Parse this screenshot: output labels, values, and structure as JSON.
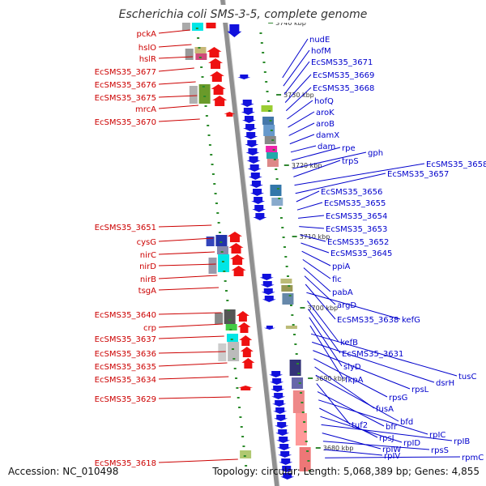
{
  "title": "Escherichia coli SMS-3-5, complete genome",
  "accession": "Accession: NC_010498",
  "topology": "Topology: circular; Length: 5,068,389 bp; Genes: 4,855",
  "colors": {
    "forward": "#ee1111",
    "reverse": "#1111dd",
    "left_label": "#cc0000",
    "right_label": "#0000cc"
  },
  "ticks": [
    "3740 kbp",
    "3730 kbp",
    "3720 kbp",
    "3710 kbp",
    "3700 kbp",
    "3690 kbp",
    "3680 kbp"
  ],
  "left_genes": [
    "pckA",
    "hslO",
    "hslR",
    "EcSMS35_3677",
    "EcSMS35_3676",
    "EcSMS35_3675",
    "mrcA",
    "EcSMS35_3670",
    "EcSMS35_3651",
    "cysG",
    "nirC",
    "nirD",
    "nirB",
    "tsgA",
    "EcSMS35_3640",
    "crp",
    "EcSMS35_3637",
    "EcSMS35_3636",
    "EcSMS35_3635",
    "EcSMS35_3634",
    "EcSMS35_3629",
    "EcSMS35_3618"
  ],
  "right_genes": [
    "nudE",
    "hofM",
    "EcSMS35_3671",
    "EcSMS35_3669",
    "EcSMS35_3668",
    "hofQ",
    "aroK",
    "aroB",
    "damX",
    "dam",
    "rpe",
    "gph",
    "trpS",
    "EcSMS35_3658",
    "EcSMS35_3657",
    "EcSMS35_3656",
    "EcSMS35_3655",
    "EcSMS35_3654",
    "EcSMS35_3653",
    "EcSMS35_3652",
    "EcSMS35_3645",
    "ppiA",
    "fic",
    "pabA",
    "argD",
    "EcSMS35_3638",
    "kefG",
    "kefB",
    "EcSMS35_3631",
    "slyD",
    "fkpA",
    "tusC",
    "dsrH",
    "rpsL",
    "rpsG",
    "fusA",
    "bfd",
    "tuf2",
    "bfr",
    "rpIC",
    "rpsJ",
    "rpID",
    "rpIB",
    "rpIW",
    "rpsS",
    "rpIV",
    "rpmC"
  ]
}
